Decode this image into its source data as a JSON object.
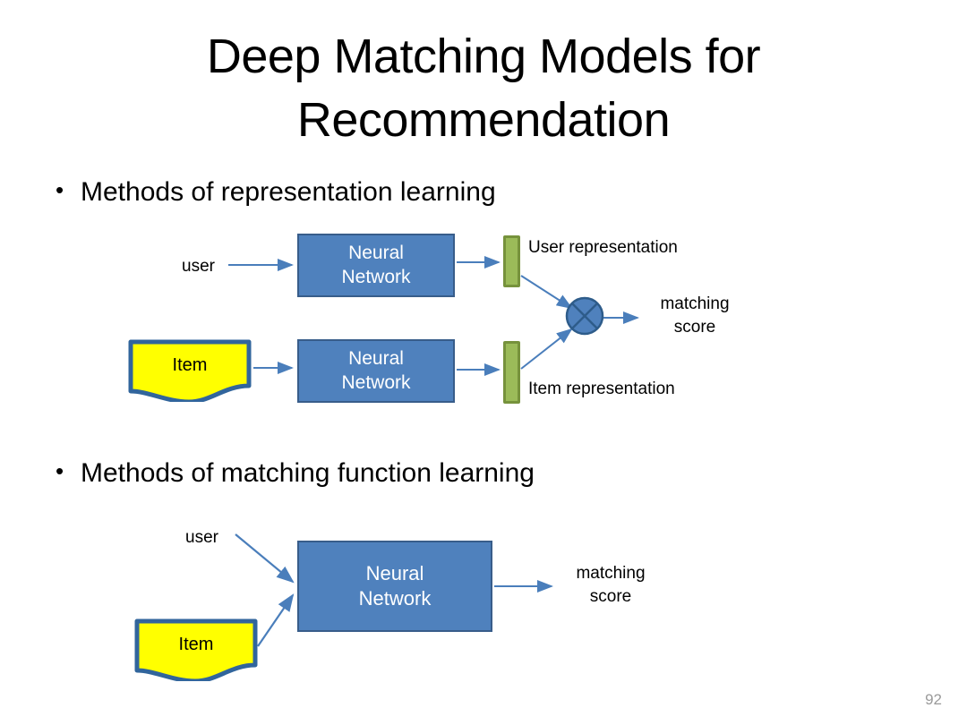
{
  "slide": {
    "title_line1": "Deep Matching Models for",
    "title_line2": "Recommendation",
    "page_number": "92",
    "bullet_marker": "•"
  },
  "bullets": [
    {
      "text": "Methods of representation learning"
    },
    {
      "text": "Methods of matching function learning"
    }
  ],
  "diagram_representation_learning": {
    "user_input_label": "user",
    "item_shape_label": "Item",
    "nn_user": {
      "line1": "Neural",
      "line2": "Network"
    },
    "nn_item": {
      "line1": "Neural",
      "line2": "Network"
    },
    "user_representation_label": "User representation",
    "item_representation_label": "Item representation",
    "operator_icon": "circled-times-icon",
    "output_label_line1": "matching",
    "output_label_line2": "score"
  },
  "diagram_matching_function_learning": {
    "user_input_label": "user",
    "item_shape_label": "Item",
    "nn_match": {
      "line1": "Neural",
      "line2": "Network"
    },
    "output_label_line1": "matching",
    "output_label_line2": "score"
  },
  "colors": {
    "nn_box_fill": "#4F81BD",
    "nn_box_border": "#385D8A",
    "rep_bar_fill": "#9BBB59",
    "rep_bar_border": "#76923C",
    "item_fill": "#FFFF00",
    "item_border": "#31659C",
    "arrow": "#4A7EBB",
    "operator_fill": "#4F81BD",
    "operator_border": "#2E5C8A",
    "text": "#000000",
    "page_number": "#9a9a9a"
  }
}
